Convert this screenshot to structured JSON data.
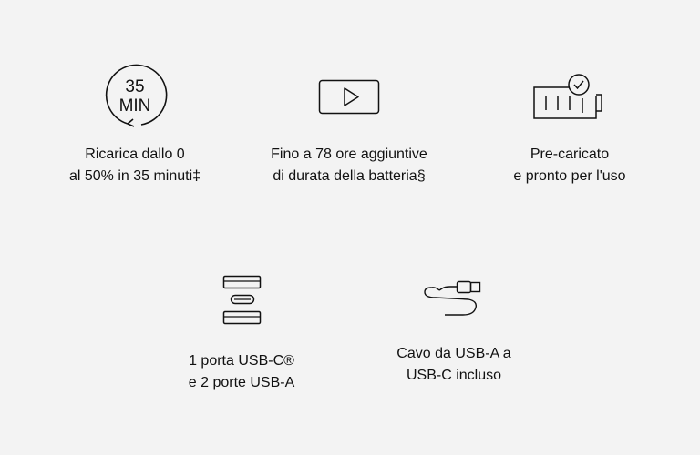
{
  "features": [
    {
      "icon": "clock-35-min-icon",
      "icon_text": [
        "35",
        "MIN"
      ],
      "lines": [
        "Ricarica dallo 0",
        "al 50% in 35 minuti‡"
      ]
    },
    {
      "icon": "play-icon",
      "lines": [
        "Fino a 78 ore aggiuntive",
        "di durata della batteria§"
      ]
    },
    {
      "icon": "battery-check-icon",
      "lines": [
        "Pre-caricato",
        "e pronto per l'uso"
      ]
    },
    {
      "icon": "usb-ports-icon",
      "lines": [
        "1 porta USB-C®",
        "e 2 porte USB-A"
      ]
    },
    {
      "icon": "usb-cable-icon",
      "lines": [
        "Cavo da USB-A a",
        "USB-C incluso"
      ]
    }
  ],
  "colors": {
    "background": "#f3f3f3",
    "ink": "#111111"
  }
}
